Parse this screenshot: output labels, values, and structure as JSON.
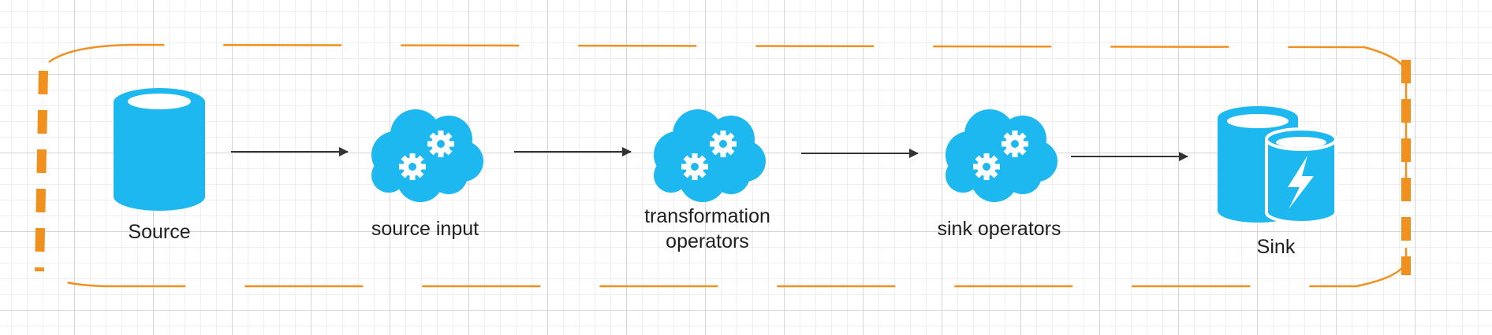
{
  "colors": {
    "node_fill": "#1cb8ef",
    "boundary": "#f0901e",
    "arrow": "#333333",
    "icon_inner": "#ffffff"
  },
  "nodes": [
    {
      "id": "source",
      "icon": "database-icon",
      "label": "Source"
    },
    {
      "id": "source-input",
      "icon": "cloud-gears-icon",
      "label": "source input"
    },
    {
      "id": "transformation",
      "icon": "cloud-gears-icon",
      "label": "transformation operators",
      "label_lines": [
        "transformation",
        "operators"
      ]
    },
    {
      "id": "sink-operators",
      "icon": "cloud-gears-icon",
      "label": "sink operators"
    },
    {
      "id": "sink",
      "icon": "database-lightning-icon",
      "label": "Sink"
    }
  ],
  "edges": [
    {
      "from": "source",
      "to": "source-input"
    },
    {
      "from": "source-input",
      "to": "transformation"
    },
    {
      "from": "transformation",
      "to": "sink-operators"
    },
    {
      "from": "sink-operators",
      "to": "sink"
    }
  ]
}
